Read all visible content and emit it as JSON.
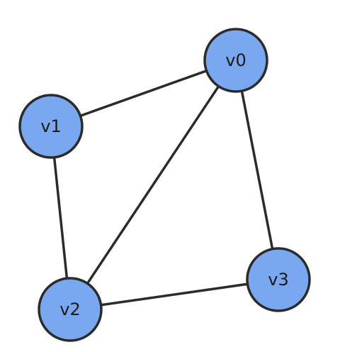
{
  "graph": {
    "nodes": [
      {
        "id": "v0",
        "label": "v0"
      },
      {
        "id": "v1",
        "label": "v1"
      },
      {
        "id": "v2",
        "label": "v2"
      },
      {
        "id": "v3",
        "label": "v3"
      }
    ],
    "edges": [
      {
        "from": "v0",
        "to": "v1"
      },
      {
        "from": "v0",
        "to": "v2"
      },
      {
        "from": "v0",
        "to": "v3"
      },
      {
        "from": "v1",
        "to": "v2"
      },
      {
        "from": "v2",
        "to": "v3"
      }
    ]
  },
  "colors": {
    "node_fill": "#7aa8f0",
    "outline": "#2b2b2b",
    "label_text": "#1a1a1a",
    "background": "#ffffff"
  }
}
